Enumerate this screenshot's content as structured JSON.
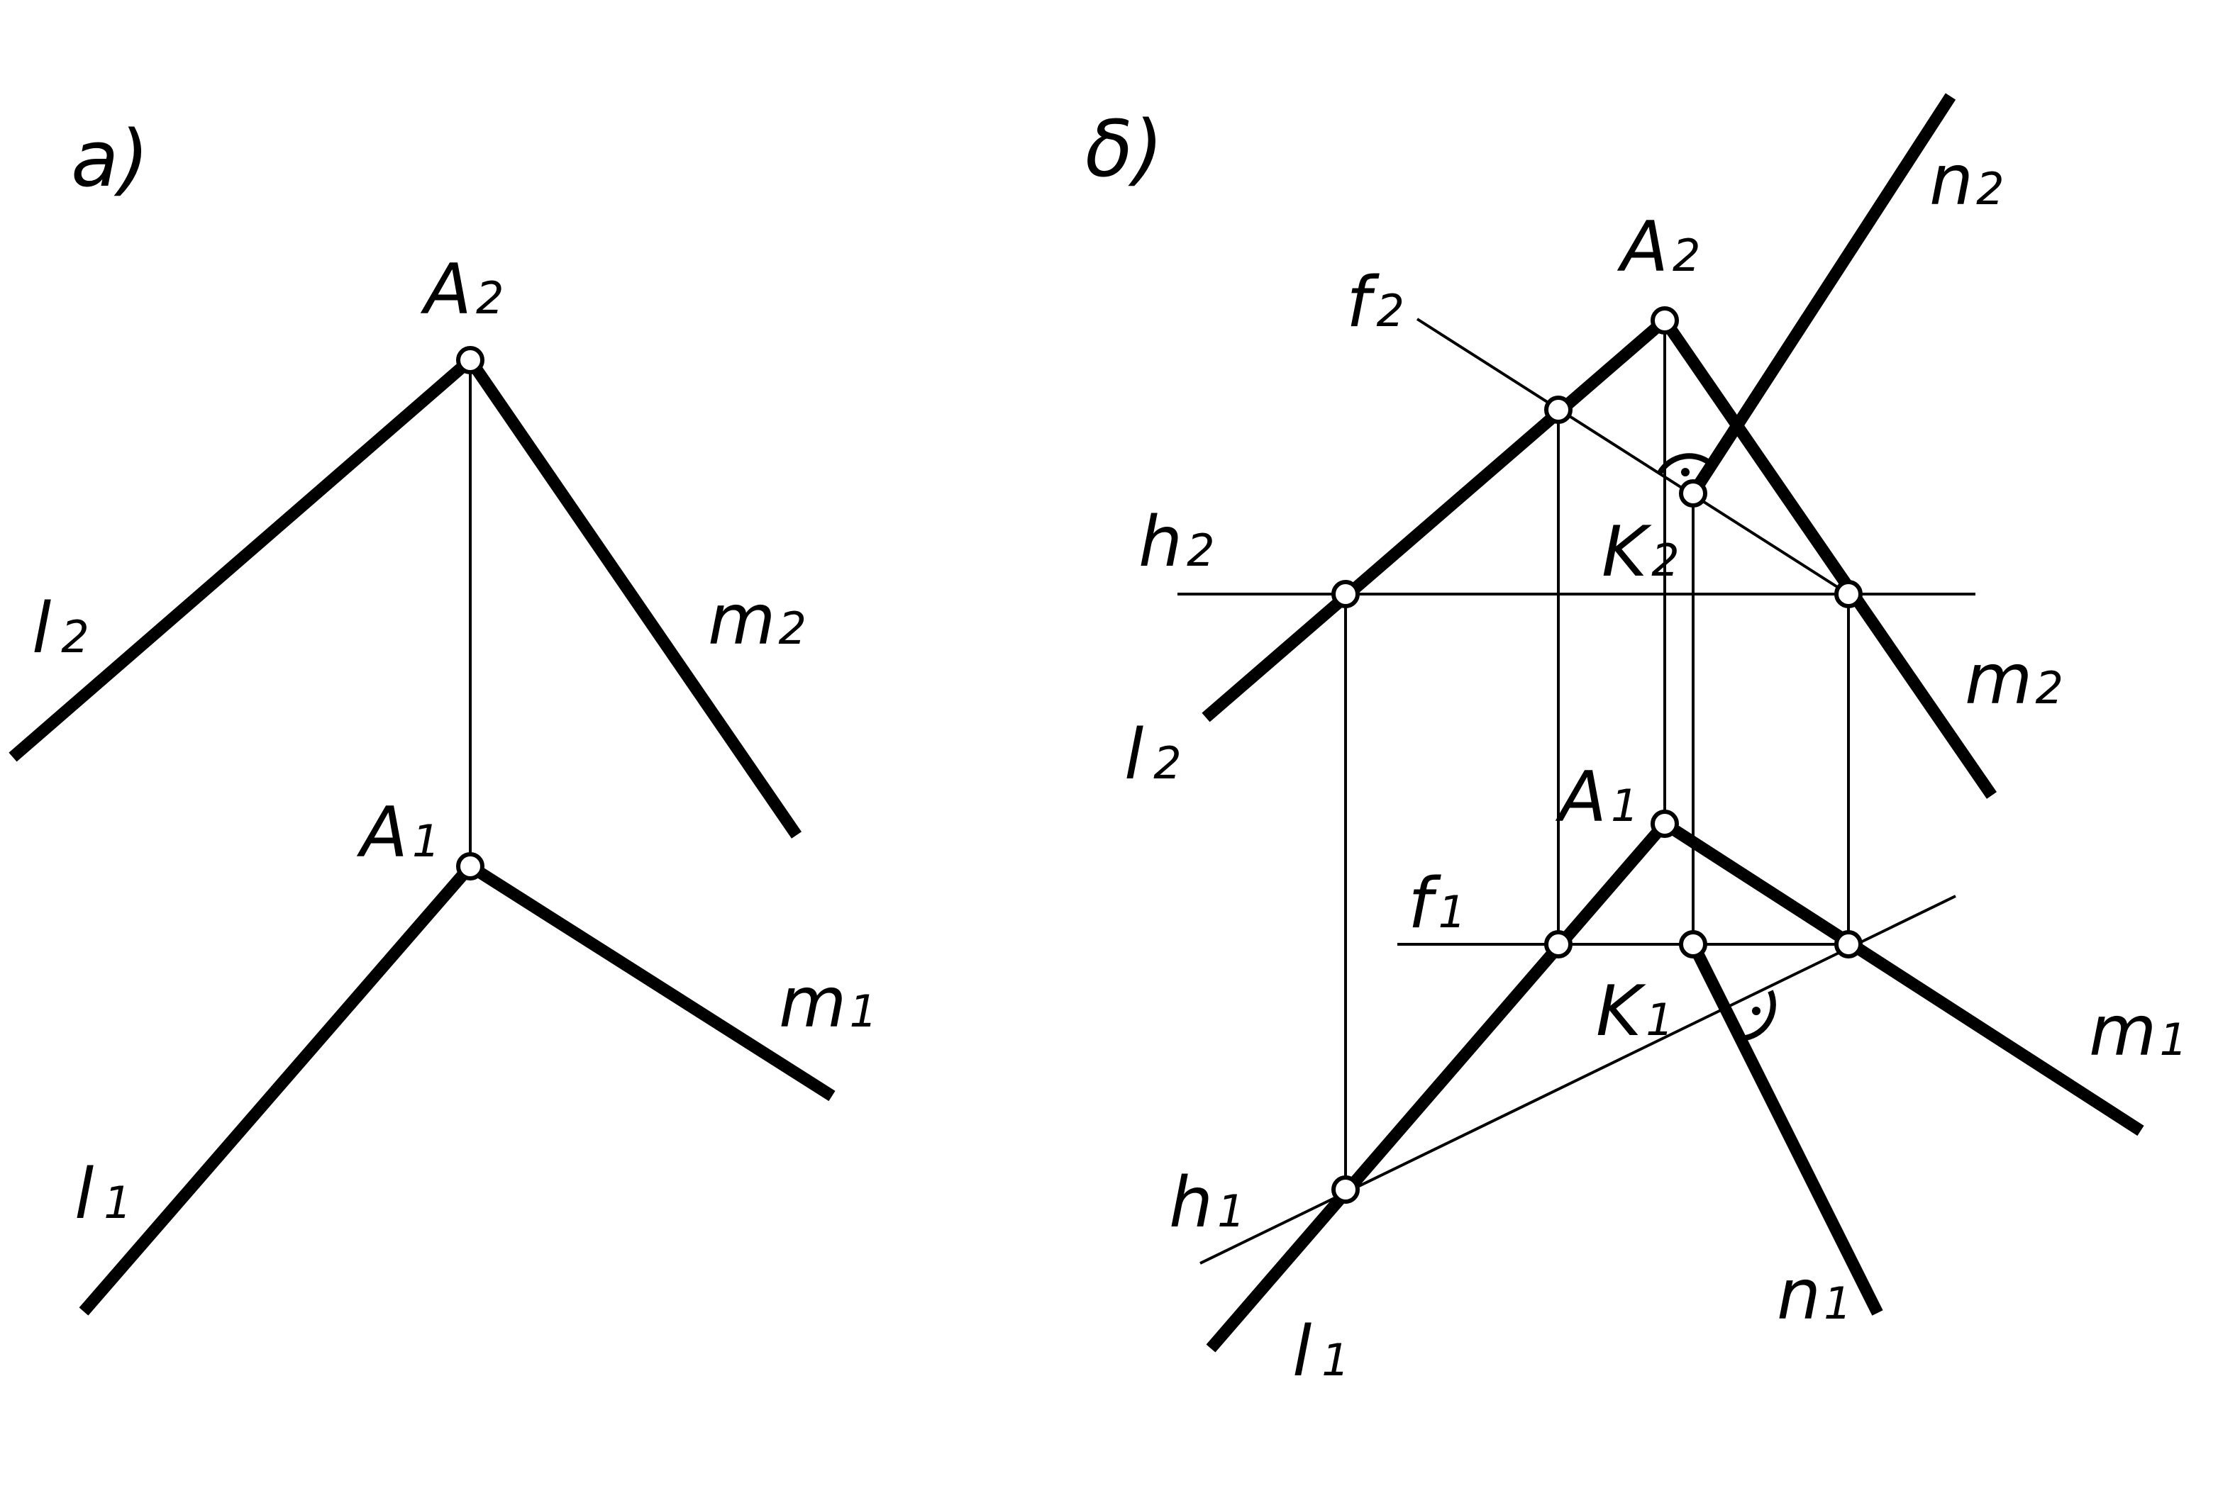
{
  "diagram": {
    "colors": {
      "line": "#000000",
      "background": "#ffffff"
    },
    "panel_a": {
      "panel_label": "a)",
      "labels": {
        "A2": {
          "main": "A",
          "sub": "2"
        },
        "A1": {
          "main": "A",
          "sub": "1"
        },
        "l2": {
          "main": "l",
          "sub": "2"
        },
        "m2": {
          "main": "m",
          "sub": "2"
        },
        "l1": {
          "main": "l",
          "sub": "1"
        },
        "m1": {
          "main": "m",
          "sub": "1"
        }
      }
    },
    "panel_b": {
      "panel_label": "δ)",
      "labels": {
        "n2": {
          "main": "n",
          "sub": "2"
        },
        "A2": {
          "main": "A",
          "sub": "2"
        },
        "f2": {
          "main": "f",
          "sub": "2"
        },
        "h2": {
          "main": "h",
          "sub": "2"
        },
        "K2": {
          "main": "K",
          "sub": "2"
        },
        "l2": {
          "main": "l",
          "sub": "2"
        },
        "m2": {
          "main": "m",
          "sub": "2"
        },
        "A1": {
          "main": "A",
          "sub": "1"
        },
        "f1": {
          "main": "f",
          "sub": "1"
        },
        "K1": {
          "main": "K",
          "sub": "1"
        },
        "m1": {
          "main": "m",
          "sub": "1"
        },
        "h1": {
          "main": "h",
          "sub": "1"
        },
        "l1": {
          "main": "l",
          "sub": "1"
        },
        "n1": {
          "main": "n",
          "sub": "1"
        }
      }
    }
  }
}
